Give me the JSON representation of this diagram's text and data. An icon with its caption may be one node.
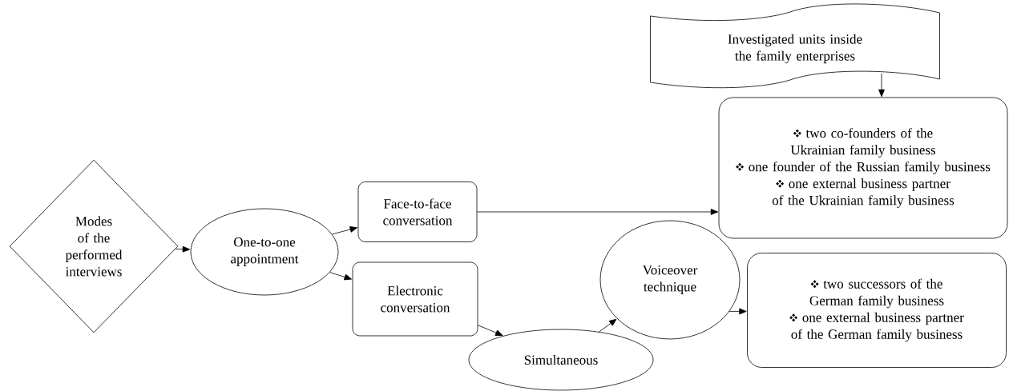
{
  "diagram": {
    "nodes": [
      {
        "text": [
          "Modes of the performed interviews"
        ]
      },
      {
        "text": [
          "One-to-one appointment"
        ]
      },
      {
        "text": [
          "Face-to-face conversation"
        ]
      },
      {
        "text": [
          "Electronic conversation"
        ]
      },
      {
        "text": [
          "Simultaneous"
        ]
      },
      {
        "text": [
          "Voiceover technique"
        ]
      },
      {
        "text": [
          "Investigated units inside the family enterprises"
        ]
      },
      {
        "text": [
          "two co-founders of the Ukrainian family business",
          "one founder of the Russian family business",
          "one external business partner of the Ukrainian family business"
        ]
      },
      {
        "text": [
          "two successors of the German family business",
          "one external business partner of the German family business"
        ]
      }
    ],
    "edges": [
      {
        "from": 0,
        "to": 1,
        "arrow": "to"
      },
      {
        "from": 1,
        "to": 2,
        "arrow": "to"
      },
      {
        "from": 1,
        "to": 3,
        "arrow": "to"
      },
      {
        "from": 2,
        "to": 7,
        "arrow": "to"
      },
      {
        "from": 3,
        "to": 4,
        "arrow": "to"
      },
      {
        "from": 4,
        "to": 5,
        "arrow": "to"
      },
      {
        "from": 5,
        "to": 8,
        "arrow": "to"
      },
      {
        "from": 6,
        "to": 7,
        "arrow": "to"
      }
    ]
  }
}
